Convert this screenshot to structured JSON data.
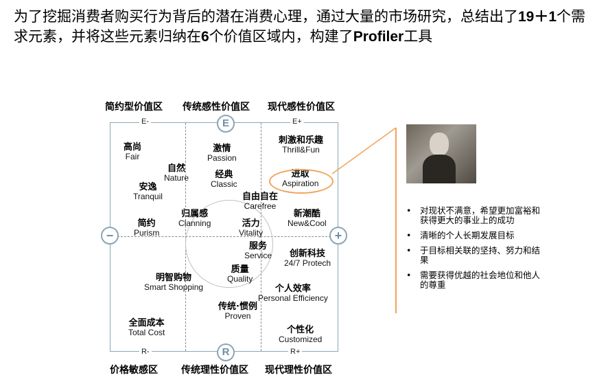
{
  "title": {
    "seg1": "为了挖掘消费者购买行为背后的潜在消费心理，通过大量的市场研究，总结出了",
    "num1": "19＋1",
    "seg2": "个需求元素，并将这些元素归纳在",
    "num2": "6",
    "seg3": "个价值区域内，构建了",
    "tool": "Profiler",
    "seg4": "工具"
  },
  "regions": {
    "top": [
      "简约型价值区",
      "传统感性价值区",
      "现代感性价值区"
    ],
    "bottom": [
      "价格敏感区",
      "传统理性价值区",
      "现代理性价值区"
    ]
  },
  "axes": {
    "e_minus": "E-",
    "e": "E",
    "e_plus": "E+",
    "r_minus": "R-",
    "r": "R",
    "r_plus": "R+",
    "minus": "−",
    "plus": "+"
  },
  "elements": {
    "fair": {
      "cn": "高尚",
      "en": "Fair"
    },
    "passion": {
      "cn": "激情",
      "en": "Passion"
    },
    "thrill": {
      "cn": "刺激和乐趣",
      "en": "Thrill&Fun"
    },
    "nature": {
      "cn": "自然",
      "en": "Nature"
    },
    "classic": {
      "cn": "经典",
      "en": "Classic"
    },
    "aspiration": {
      "cn": "进取",
      "en": "Aspiration"
    },
    "tranquil": {
      "cn": "安逸",
      "en": "Tranquil"
    },
    "carefree": {
      "cn": "自由自在",
      "en": "Carefree"
    },
    "clanning": {
      "cn": "归属感",
      "en": "Clanning"
    },
    "newcool": {
      "cn": "新潮酷",
      "en": "New&Cool"
    },
    "purism": {
      "cn": "简约",
      "en": "Purism"
    },
    "vitality": {
      "cn": "活力",
      "en": "Vitality"
    },
    "service": {
      "cn": "服务",
      "en": "Service"
    },
    "protech": {
      "cn": "创新科技",
      "en": "24/7 Protech"
    },
    "quality": {
      "cn": "质量",
      "en": "Quality"
    },
    "smart": {
      "cn": "明智购物",
      "en": "Smart Shopping"
    },
    "personal": {
      "cn": "个人效率",
      "en": "Personal Efficiency"
    },
    "proven": {
      "cn": "传统·惯例",
      "en": "Proven"
    },
    "totalcost": {
      "cn": "全面成本",
      "en": "Total Cost"
    },
    "customized": {
      "cn": "个性化",
      "en": "Customized"
    }
  },
  "aspiration_panel": {
    "bullets": [
      "对现状不满意，希望更加富裕和获得更大的事业上的成功",
      "清晰的个人长期发展目标",
      "于目标相关联的坚持、努力和结果",
      "需要获得优越的社会地位和他人的尊重"
    ]
  },
  "colors": {
    "accent_orange": "#f0a35a",
    "frame_blue": "#8aa5b5"
  }
}
